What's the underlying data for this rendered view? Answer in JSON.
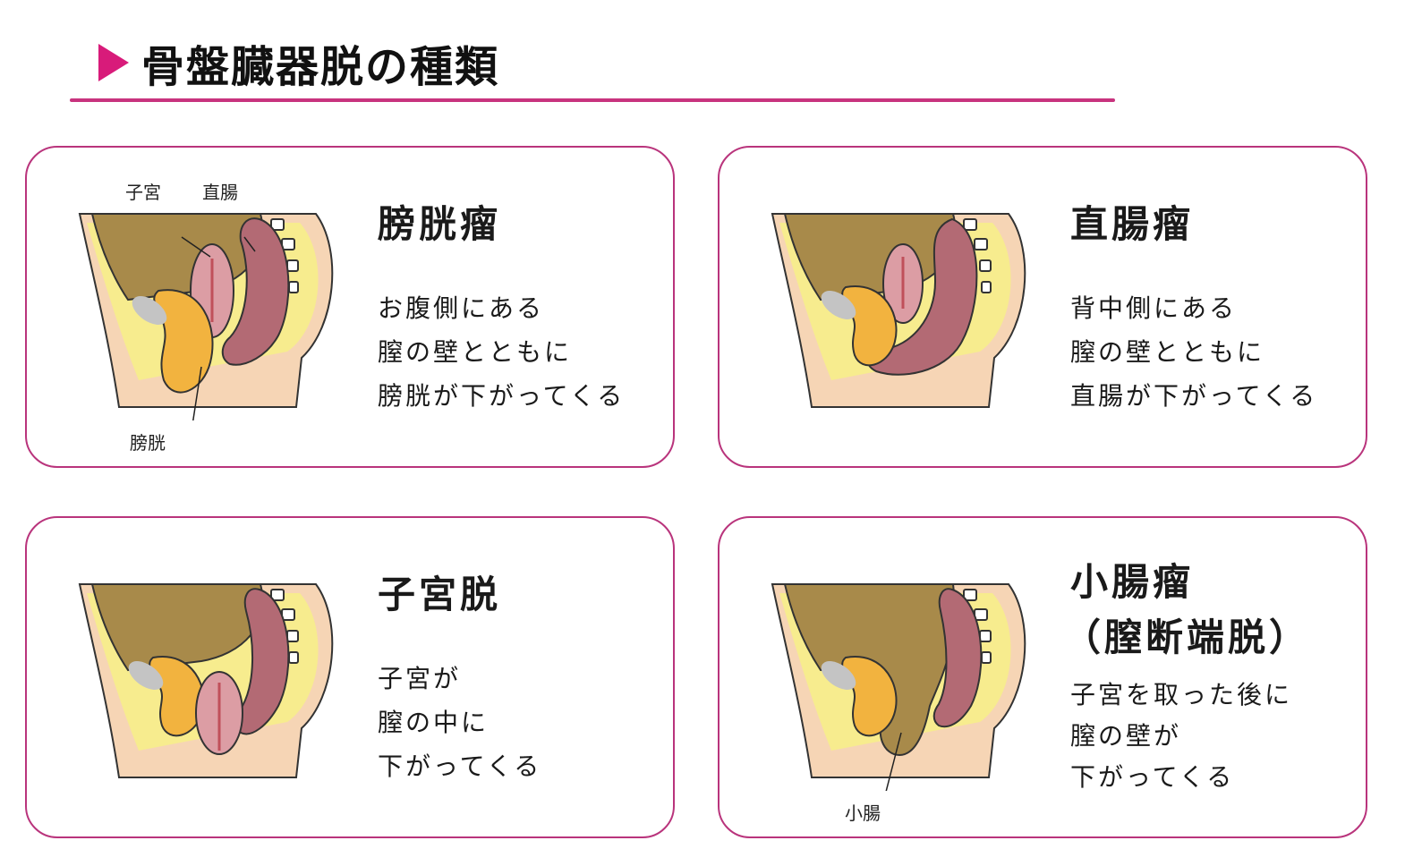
{
  "header": {
    "title": "骨盤臓器脱の種類"
  },
  "colors": {
    "accent": "#d81b7a",
    "border": "#b9347c",
    "abdomen": "#a88a4a",
    "fat": "#f7ec8e",
    "skin": "#f6d5b5",
    "rectum": "#b36a74",
    "uterus": "#dc9da4",
    "bladder": "#f2b33f",
    "bone": "#c4c4c4"
  },
  "cards": [
    {
      "title": "膀胱瘤",
      "lines": [
        "お腹側にある",
        "膣の壁とともに",
        "膀胱が下がってくる"
      ],
      "labels": {
        "uterus": "子宮",
        "rectum": "直腸",
        "bladder": "膀胱"
      }
    },
    {
      "title": "直腸瘤",
      "lines": [
        "背中側にある",
        "膣の壁とともに",
        "直腸が下がってくる"
      ]
    },
    {
      "title": "子宮脱",
      "lines": [
        "子宮が",
        "膣の中に",
        "下がってくる"
      ]
    },
    {
      "title": "小腸瘤",
      "subtitle": "（膣断端脱）",
      "lines": [
        "子宮を取った後に",
        "膣の壁が",
        "下がってくる"
      ],
      "labels": {
        "small_intestine": "小腸"
      }
    }
  ]
}
